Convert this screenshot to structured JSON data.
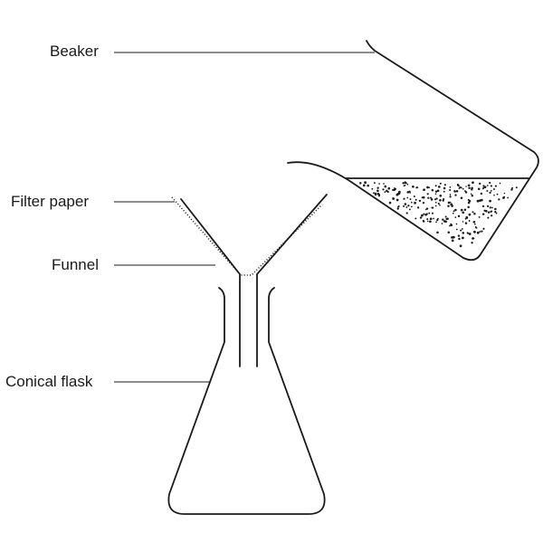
{
  "labels": {
    "beaker": "Beaker",
    "filter_paper": "Filter paper",
    "funnel": "Funnel",
    "conical_flask": "Conical flask"
  },
  "colors": {
    "ink": "#1a1a1a",
    "background": "#ffffff"
  }
}
